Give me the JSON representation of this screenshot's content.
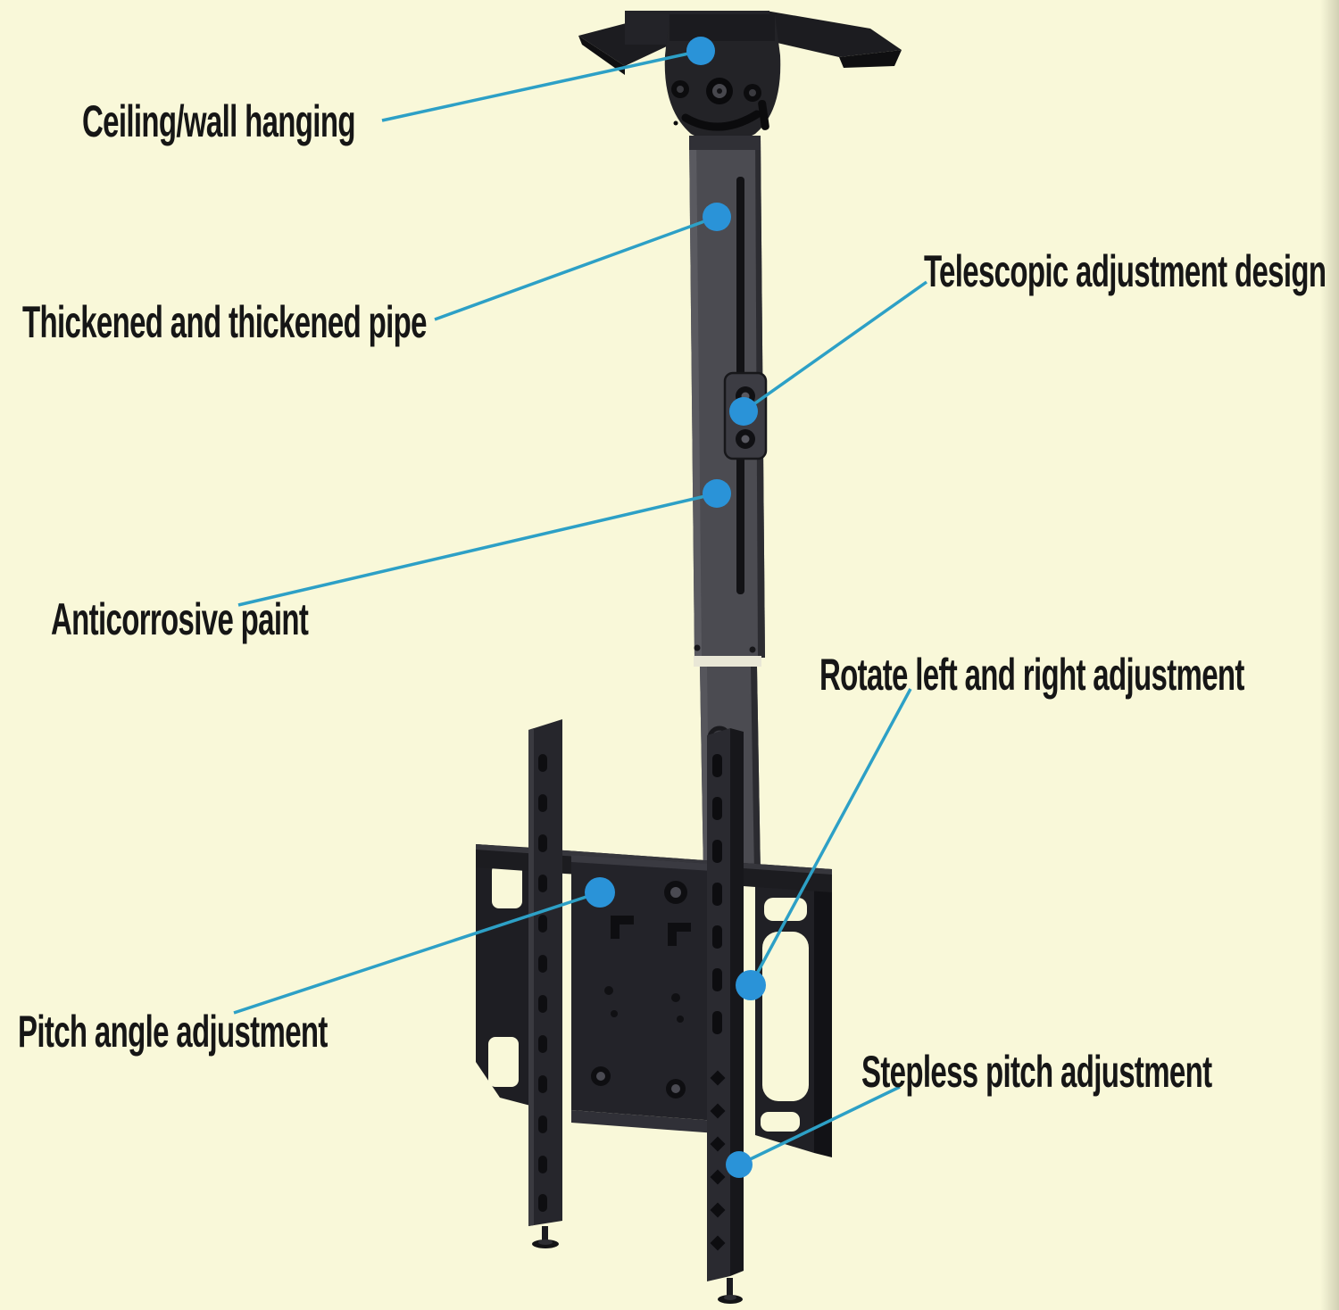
{
  "canvas": {
    "background": "#f9f8d9"
  },
  "colors": {
    "callout_line": "#2da0c6",
    "callout_dot": "#2a93d8",
    "label_text": "#161616",
    "mount_dark": "#1c1c20",
    "mount_mid": "#3c3c43",
    "pipe_gray": "#4b4b51",
    "band_white": "#e9e7d6"
  },
  "callouts": {
    "ceiling": {
      "text": "Ceiling/wall hanging"
    },
    "pipe": {
      "text": "Thickened and thickened pipe"
    },
    "telescopic": {
      "text": "Telescopic adjustment design"
    },
    "paint": {
      "text": "Anticorrosive paint"
    },
    "rotate": {
      "text": "Rotate left and right adjustment"
    },
    "pitch": {
      "text": "Pitch angle adjustment"
    },
    "stepless": {
      "text": "Stepless pitch adjustment"
    }
  }
}
